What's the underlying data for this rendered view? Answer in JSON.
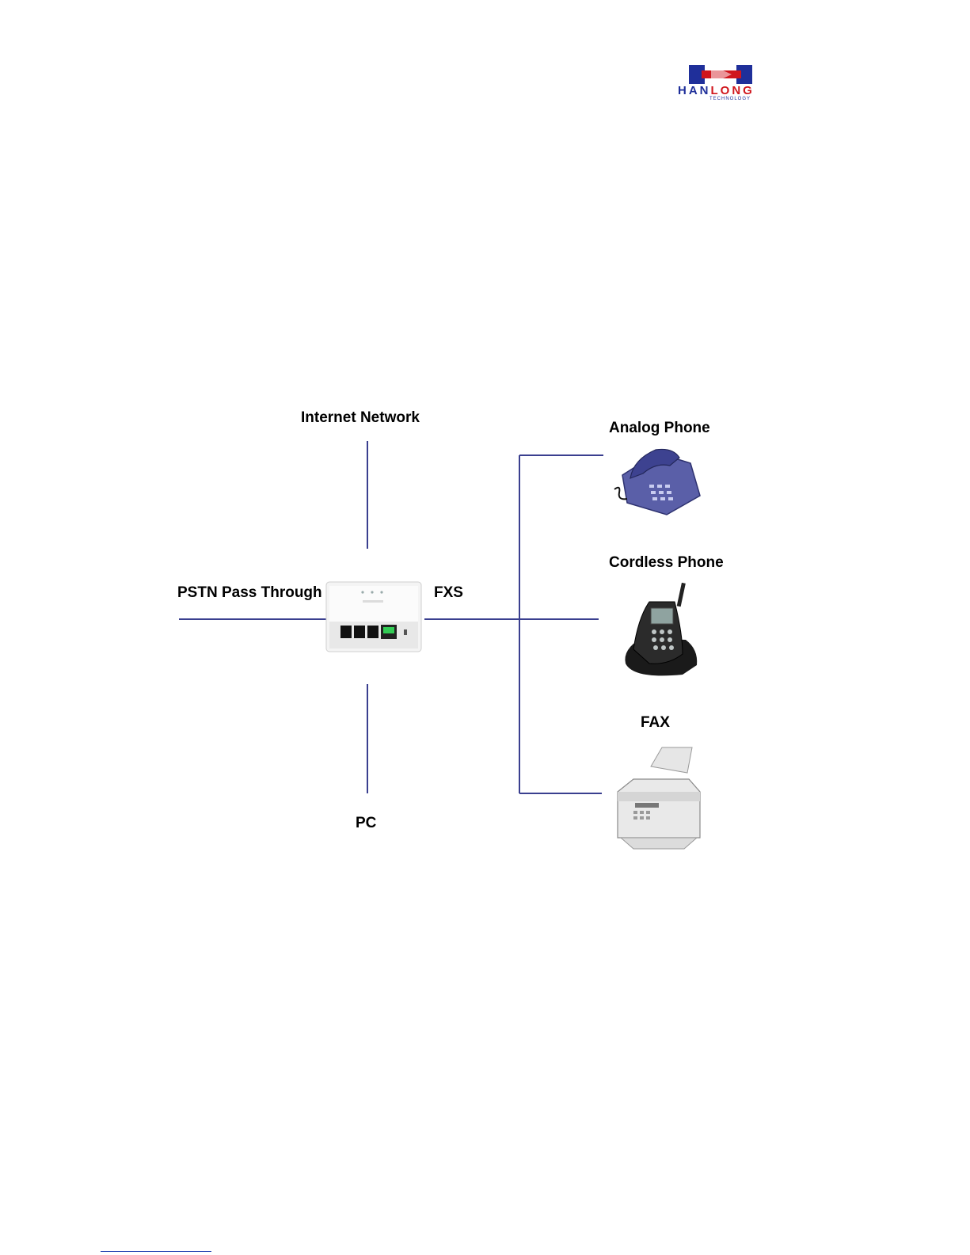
{
  "logo": {
    "brand_part1": "HAN",
    "brand_part2": "LONG",
    "tagline": "TECHNOLOGY",
    "colors": {
      "blue": "#1f2f9a",
      "red": "#d0161d"
    }
  },
  "diagram": {
    "center_device": "ata-gateway",
    "nodes": {
      "internet": "Internet Network",
      "pstn": "PSTN Pass Through",
      "fxs": "FXS",
      "pc": "PC",
      "analog_phone": "Analog Phone",
      "cordless_phone": "Cordless Phone",
      "fax": "FAX"
    },
    "line_color": "#3a3f8f"
  }
}
